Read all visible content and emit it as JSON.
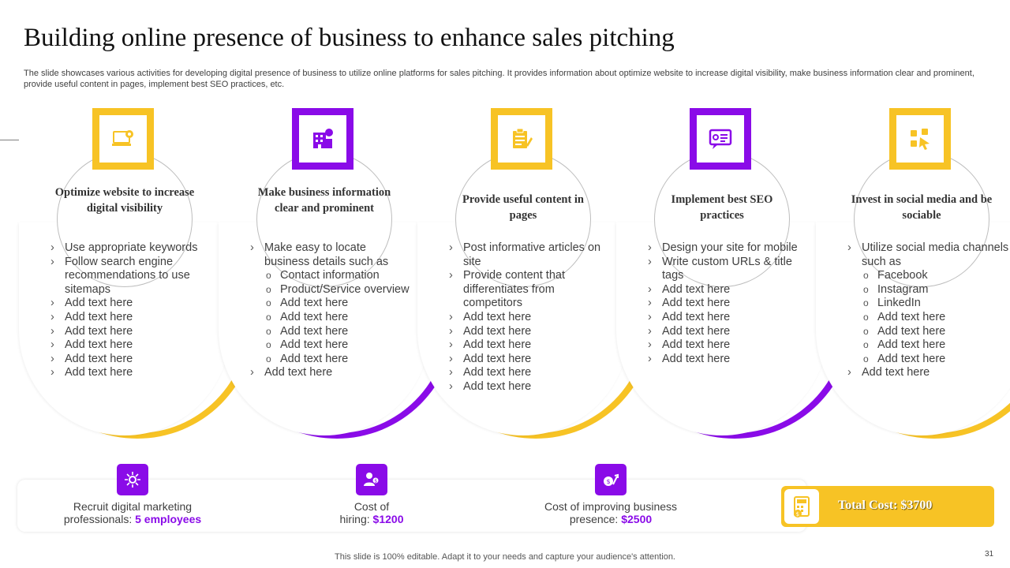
{
  "title": "Building online presence of business to enhance sales pitching",
  "description": "The slide showcases various activities for developing digital presence of business to utilize online platforms for sales pitching. It provides information about optimize website to increase digital visibility, make business information clear and prominent, provide useful content in pages, implement best SEO practices, etc.",
  "colors": {
    "yellow": "#F7C325",
    "purple": "#8A0BE8"
  },
  "columns": [
    {
      "icon": "website-settings-icon",
      "heading": "Optimize website to increase digital visibility",
      "items": [
        {
          "text": "Use appropriate keywords",
          "sub": false
        },
        {
          "text": "Follow search engine recommendations to use sitemaps",
          "sub": false
        },
        {
          "text": "Add text here",
          "sub": false
        },
        {
          "text": "Add text here",
          "sub": false
        },
        {
          "text": "Add text here",
          "sub": false
        },
        {
          "text": "Add text here",
          "sub": false
        },
        {
          "text": "Add text here",
          "sub": false
        },
        {
          "text": "Add text here",
          "sub": false
        }
      ]
    },
    {
      "icon": "business-building-icon",
      "heading": "Make business information clear and prominent",
      "items": [
        {
          "text": "Make easy to locate business details such as",
          "sub": false
        },
        {
          "text": "Contact information",
          "sub": true
        },
        {
          "text": "Product/Service overview",
          "sub": true
        },
        {
          "text": "Add text here",
          "sub": true
        },
        {
          "text": "Add text here",
          "sub": true
        },
        {
          "text": "Add text here",
          "sub": true
        },
        {
          "text": "Add text here",
          "sub": true
        },
        {
          "text": "Add text here",
          "sub": true
        },
        {
          "text": "Add text here",
          "sub": false
        }
      ]
    },
    {
      "icon": "content-pages-icon",
      "heading": "Provide useful content in pages",
      "items": [
        {
          "text": "Post informative articles on site",
          "sub": false
        },
        {
          "text": "Provide content that differentiates from competitors",
          "sub": false
        },
        {
          "text": "Add text here",
          "sub": false
        },
        {
          "text": "Add text here",
          "sub": false
        },
        {
          "text": "Add text here",
          "sub": false
        },
        {
          "text": "Add text here",
          "sub": false
        },
        {
          "text": "Add text here",
          "sub": false
        },
        {
          "text": "Add text here",
          "sub": false
        }
      ]
    },
    {
      "icon": "seo-chat-icon",
      "heading": "Implement best SEO practices",
      "items": [
        {
          "text": "Design your site for mobile",
          "sub": false
        },
        {
          "text": "Write custom URLs & title tags",
          "sub": false
        },
        {
          "text": "Add text here",
          "sub": false
        },
        {
          "text": "Add text here",
          "sub": false
        },
        {
          "text": "Add text here",
          "sub": false
        },
        {
          "text": "Add text here",
          "sub": false
        },
        {
          "text": "Add text here",
          "sub": false
        },
        {
          "text": "Add text here",
          "sub": false
        }
      ]
    },
    {
      "icon": "social-media-icon",
      "heading": "Invest in social media and be sociable",
      "items": [
        {
          "text": "Utilize social media channels such as",
          "sub": false
        },
        {
          "text": "Facebook",
          "sub": true
        },
        {
          "text": "Instagram",
          "sub": true
        },
        {
          "text": "LinkedIn",
          "sub": true
        },
        {
          "text": "Add text here",
          "sub": true
        },
        {
          "text": "Add text here",
          "sub": true
        },
        {
          "text": "Add text here",
          "sub": true
        },
        {
          "text": "Add text here",
          "sub": true
        },
        {
          "text": "Add text here",
          "sub": false
        }
      ]
    }
  ],
  "stats": [
    {
      "icon": "digital-marketing-icon",
      "line1": "Recruit digital marketing",
      "line2": "professionals:",
      "value": "5 employees"
    },
    {
      "icon": "hiring-icon",
      "line1": "Cost of",
      "line2": "hiring:",
      "value": "$1200"
    },
    {
      "icon": "business-growth-icon",
      "line1": "Cost of improving business",
      "line2": "presence:",
      "value": "$2500"
    }
  ],
  "total": {
    "icon": "calculator-icon",
    "label": "Total Cost: $3700"
  },
  "footer": "This slide is 100% editable. Adapt it to your needs and capture your audience's attention.",
  "page_number": "31"
}
